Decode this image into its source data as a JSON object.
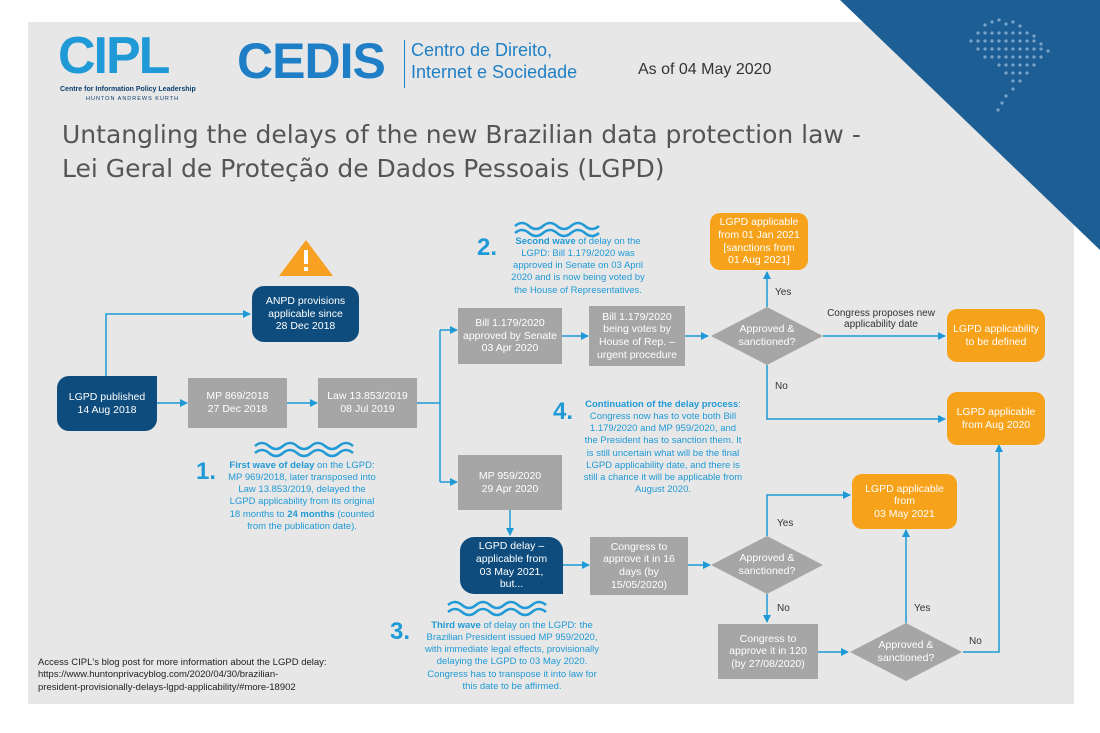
{
  "logos": {
    "cipl": "CIPL",
    "cipl_sub1": "Centre for Information Policy Leadership",
    "cipl_sub2": "HUNTON ANDREWS KURTH",
    "cedis": "CEDIS",
    "cedis_sub": "Centro de Direito,\nInternet e Sociedade"
  },
  "as_of": "As of 04 May 2020",
  "title": "Untangling the delays of the new Brazilian data protection law -\nLei Geral de Proteção de Dados Pessoais (LGPD)",
  "nodes": {
    "anpd": "ANPD provisions\napplicable since\n28 Dec 2018",
    "lgpd_published": "LGPD published\n14 Aug 2018",
    "mp869": "MP 869/2018\n27 Dec 2018",
    "law13853": "Law 13.853/2019\n08 Jul 2019",
    "bill_senate": "Bill 1.179/2020\napproved by Senate\n03 Apr 2020",
    "bill_house": "Bill 1.179/2020\nbeing votes by\nHouse of Rep. –\nurgent procedure",
    "approved1": "Approved &\nsanctioned?",
    "jan2021": "LGPD applicable\nfrom 01 Jan 2021\n[sanctions from\n01 Aug 2021]",
    "to_be_defined": "LGPD applicability\nto be defined",
    "aug2020": "LGPD applicable\nfrom Aug 2020",
    "mp959": "MP 959/2020\n29 Apr 2020",
    "delay_box": "LGPD delay –\napplicable from\n03 May 2021,\nbut...",
    "congress16": "Congress to\napprove it in 16\ndays (by\n15/05/2020)",
    "approved2": "Approved &\nsanctioned?",
    "may2021": "LGPD applicable\nfrom\n03 May 2021",
    "congress120": "Congress to\napprove it in 120\n(by 27/08/2020)",
    "approved3": "Approved &\nsanctioned?"
  },
  "edge_labels": {
    "yes1": "Yes",
    "no1": "No",
    "congress_new": "Congress proposes new\napplicability date",
    "yes2": "Yes",
    "no2": "No",
    "yes3": "Yes",
    "no3": "No"
  },
  "waves": {
    "w1": {
      "num": "1.",
      "head": "First wave of delay",
      "body": " on the LGPD: MP 969/2018, later transposed into Law 13.853/2019, delayed the LGPD applicability from its original 18 months to ",
      "bold2": "24 months",
      "tail": " (counted from the publication date)."
    },
    "w2": {
      "num": "2.",
      "head": "Second wave",
      "body": " of delay on the LGPD: Bill 1.179/2020 was approved in Senate on 03 April 2020 and is now being voted by the House of Representatives."
    },
    "w3": {
      "num": "3.",
      "head": "Third wave",
      "body": " of delay on the LGPD: the Brazilian President issued MP 959/2020, with immediate legal effects, provisionally delaying the LGPD to 03 May 2020. Congress has to transpose it into law for this date to be affirmed."
    },
    "w4": {
      "num": "4.",
      "head": "Continuation of the delay process",
      "body": ": Congress now has to vote both Bill 1.179/2020 and MP 959/2020, and the President has to sanction them. It is still uncertain what will be the final LGPD applicability date, and there is still a chance it will be applicable from August 2020."
    }
  },
  "blog": "Access CIPL's blog post for more information about the LGPD delay:\nhttps://www.huntonprivacyblog.com/2020/04/30/brazilian-\npresident-provisionally-delays-lgpd-applicability/#more-18902",
  "colors": {
    "navy": "#0d4c7d",
    "orange": "#f7a21b",
    "gray": "#a6a6a6",
    "accent": "#1f9ad6",
    "corner": "#1d5f95"
  },
  "icons": {
    "warning": "warning-triangle-icon",
    "wave": "wave-icon",
    "map": "brazil-map-icon"
  }
}
